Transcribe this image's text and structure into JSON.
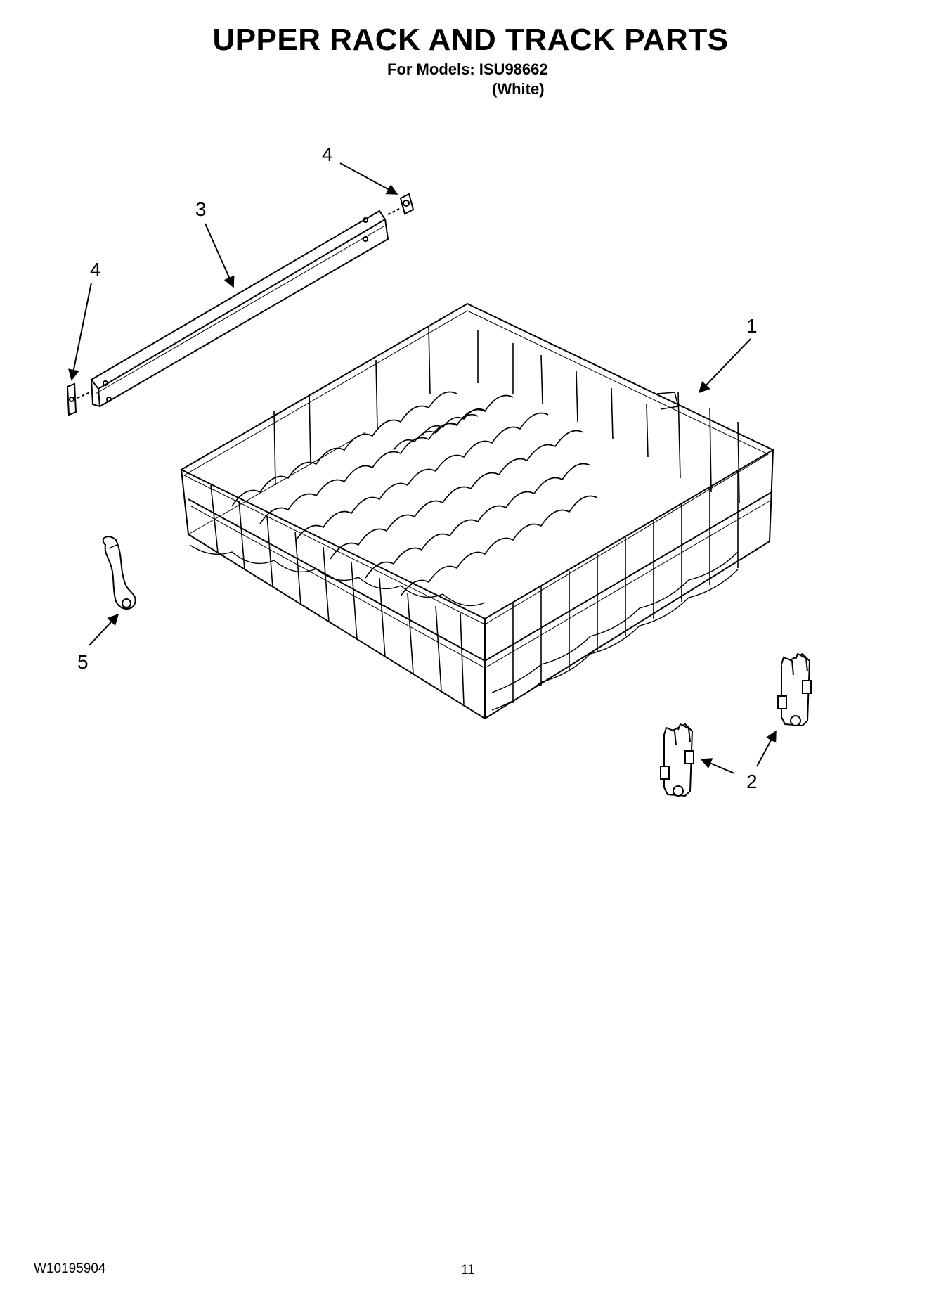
{
  "header": {
    "title": "UPPER RACK AND TRACK PARTS",
    "models_line": "For Models: ISU98662",
    "color_line": "(White)"
  },
  "callouts": {
    "part_1": "1",
    "part_2": "2",
    "part_3": "3",
    "part_4_top": "4",
    "part_4_left": "4",
    "part_5": "5"
  },
  "footer": {
    "doc_number": "W10195904",
    "page_number": "11"
  }
}
